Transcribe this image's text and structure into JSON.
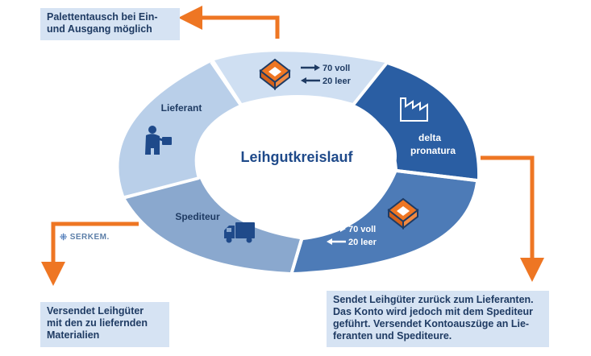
{
  "colors": {
    "segment_top": "#cfdff2",
    "segment_delta": "#2a5ea3",
    "segment_bottom_right": "#4d7bb7",
    "segment_spediteur": "#8aa8ce",
    "segment_lieferant": "#b9cfe9",
    "arrow_orange": "#ee7623",
    "note_bg": "#d6e3f3",
    "text_dark": "#1f3b63"
  },
  "center": {
    "title": "Leihgutkreislauf"
  },
  "segments": {
    "top": {
      "icon": "pallet-box-icon",
      "flow_out": "70 voll",
      "flow_in": "20 leer"
    },
    "delta": {
      "icon": "factory-icon",
      "label_line1": "delta",
      "label_line2": "pronatura"
    },
    "bottom_right": {
      "icon": "pallet-box-icon",
      "flow_out": "70 voll",
      "flow_in": "20 leer"
    },
    "spediteur": {
      "icon": "truck-icon",
      "label": "Spediteur"
    },
    "lieferant": {
      "icon": "delivery-person-icon",
      "label": "Lieferant"
    }
  },
  "logo": {
    "icon": "serkem-logo-mark",
    "text": "SERKEM."
  },
  "notes": {
    "top": "Palettentausch bei Ein-\nund Ausgang möglich",
    "bottom_left": "Versendet Leihgüter\nmit den zu liefernden\nMaterialien",
    "bottom_right": "Sendet Leihgüter zurück zum Lieferanten.\nDas Konto wird jedoch mit dem Spediteur\ngeführt. Versendet Kontoauszüge an  Lie-\nferanten und Spediteure."
  }
}
